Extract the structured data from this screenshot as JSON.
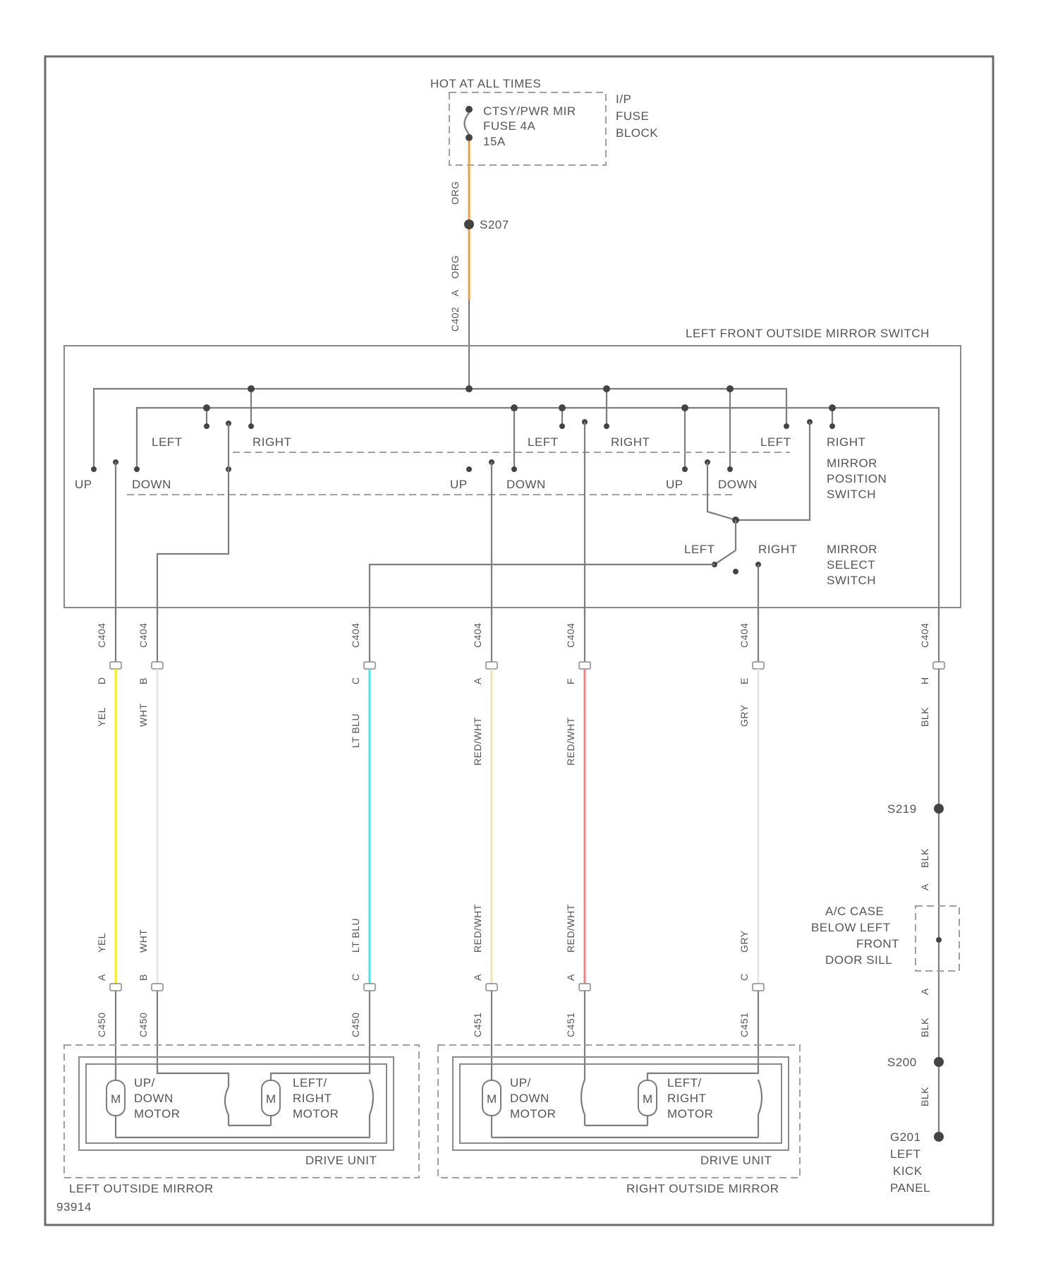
{
  "diagram": {
    "power": {
      "header": "HOT AT ALL TIMES",
      "fuse_lines": [
        "CTSY/PWR MIR",
        "FUSE 4A",
        "15A"
      ],
      "block_lines": [
        "I/P",
        "FUSE",
        "BLOCK"
      ]
    },
    "top_wire": {
      "color_label": "ORG",
      "splice": "S207",
      "lower_color_label": "ORG",
      "pin_label": "A",
      "connector_label": "C402"
    },
    "switch": {
      "title": "LEFT FRONT OUTSIDE MIRROR SWITCH",
      "group1": {
        "up": "UP",
        "down": "DOWN",
        "left": "LEFT",
        "right": "RIGHT"
      },
      "group2": {
        "up": "UP",
        "down": "DOWN",
        "left": "LEFT",
        "right": "RIGHT"
      },
      "group3": {
        "up": "UP",
        "down": "DOWN",
        "left": "LEFT",
        "right": "RIGHT"
      },
      "position_switch_lines": [
        "MIRROR",
        "POSITION",
        "SWITCH"
      ],
      "select": {
        "left": "LEFT",
        "right": "RIGHT",
        "lines": [
          "MIRROR",
          "SELECT",
          "SWITCH"
        ]
      }
    },
    "wires": [
      {
        "connector": "C404",
        "pin": "D",
        "color": "YEL",
        "lower_color": "YEL",
        "lower_pin": "A",
        "lower_connector": "C450",
        "stroke": "#f4f400"
      },
      {
        "connector": "C404",
        "pin": "B",
        "color": "WHT",
        "lower_color": "WHT",
        "lower_pin": "B",
        "lower_connector": "C450",
        "stroke": "#e6e6e6"
      },
      {
        "connector": "C404",
        "pin": "C",
        "color": "LT BLU",
        "lower_color": "LT BLU",
        "lower_pin": "C",
        "lower_connector": "C450",
        "stroke": "#3ee6e6"
      },
      {
        "connector": "C404",
        "pin": "A",
        "color": "RED/WHT",
        "lower_color": "RED/WHT",
        "lower_pin": "A",
        "lower_connector": "C451",
        "stroke": "#ede3b0"
      },
      {
        "connector": "C404",
        "pin": "F",
        "color": "RED/WHT",
        "lower_color": "RED/WHT",
        "lower_pin": "A",
        "lower_connector": "C451",
        "stroke": "#f08080"
      },
      {
        "connector": "C404",
        "pin": "E",
        "color": "GRY",
        "lower_color": "GRY",
        "lower_pin": "C",
        "lower_connector": "C451",
        "stroke": "#e6e6e6"
      },
      {
        "connector": "C404",
        "pin": "H",
        "color": "BLK",
        "stroke": "#8a8a8a"
      }
    ],
    "ground": {
      "splice1": "S219",
      "wire1": "BLK",
      "pin1": "A",
      "pin2": "A",
      "connector_lines": [
        "A/C CASE",
        "BELOW LEFT",
        "FRONT",
        "DOOR SILL"
      ],
      "wire2": "BLK",
      "splice2": "S200",
      "wire3": "BLK",
      "ground_lines": [
        "G201",
        "LEFT",
        "KICK",
        "PANEL"
      ]
    },
    "left_mirror": {
      "label": "LEFT OUTSIDE MIRROR",
      "drive_unit": "DRIVE UNIT",
      "motor1": [
        "UP/",
        "DOWN",
        "MOTOR"
      ],
      "motor2": [
        "LEFT/",
        "RIGHT",
        "MOTOR"
      ],
      "motor_symbol": "M"
    },
    "right_mirror": {
      "label": "RIGHT OUTSIDE MIRROR",
      "drive_unit": "DRIVE UNIT",
      "motor1": [
        "UP/",
        "DOWN",
        "MOTOR"
      ],
      "motor2": [
        "LEFT/",
        "RIGHT",
        "MOTOR"
      ],
      "motor_symbol": "M"
    },
    "figure_id": "93914"
  }
}
